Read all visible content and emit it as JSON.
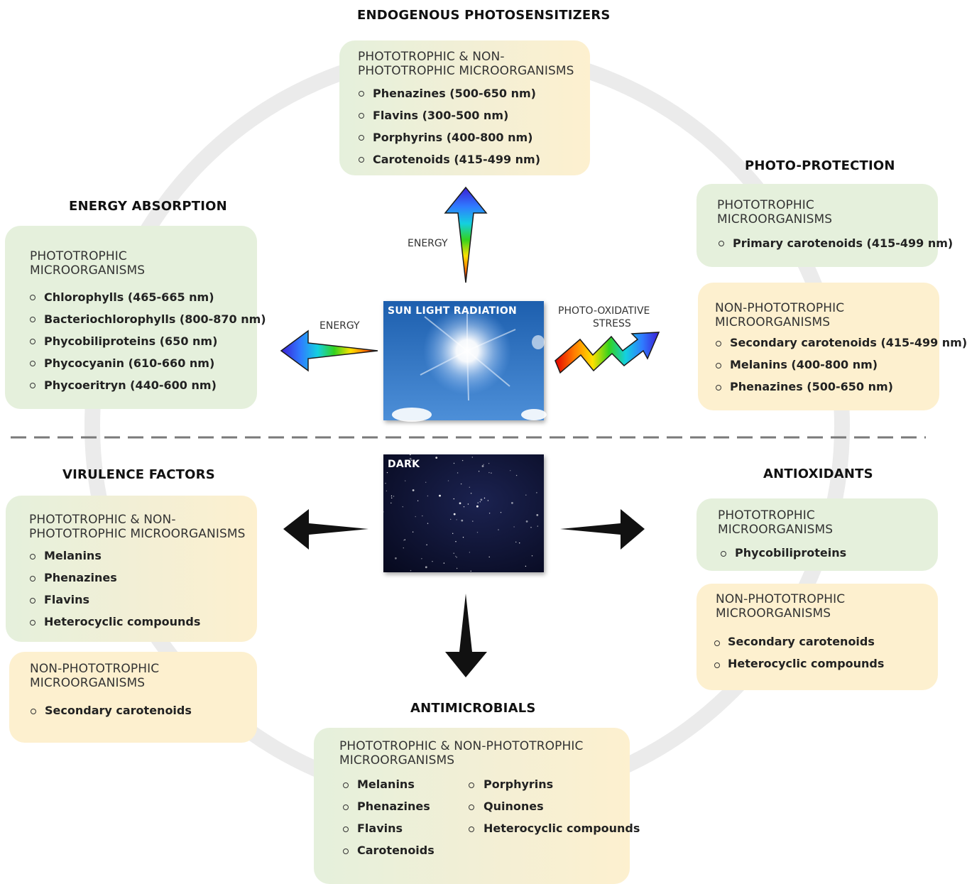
{
  "titles": {
    "endogenous": "ENDOGENOUS PHOTOSENSITIZERS",
    "photo_protection": "PHOTO-PROTECTION",
    "energy_absorption": "ENERGY ABSORPTION",
    "virulence": "VIRULENCE FACTORS",
    "antioxidants": "ANTIOXIDANTS",
    "antimicrobials": "ANTIMICROBIALS"
  },
  "labels": {
    "energy_up": "ENERGY",
    "energy_left": "ENERGY",
    "photo_oxidative_1": "PHOTO-OXIDATIVE",
    "photo_oxidative_2": "STRESS"
  },
  "images": {
    "sun": "SUN LIGHT RADIATION",
    "dark": "DARK"
  },
  "boxes": {
    "endogenous": {
      "heading1": "PHOTOTROPHIC & NON-",
      "heading2": "PHOTOTROPHIC MICROORGANISMS",
      "items": [
        "Phenazines (500-650 nm)",
        "Flavins (300-500 nm)",
        "Porphyrins (400-800 nm)",
        "Carotenoids (415-499 nm)"
      ]
    },
    "energy_absorption": {
      "heading1": "PHOTOTROPHIC",
      "heading2": "MICROORGANISMS",
      "items": [
        "Chlorophylls (465-665 nm)",
        "Bacteriochlorophylls (800-870 nm)",
        "Phycobiliproteins (650 nm)",
        "Phycocyanin (610-660 nm)",
        "Phycoeritryn (440-600 nm)"
      ]
    },
    "photo_protection_1": {
      "heading1": "PHOTOTROPHIC",
      "heading2": "MICROORGANISMS",
      "items": [
        "Primary carotenoids (415-499 nm)"
      ]
    },
    "photo_protection_2": {
      "heading1": "NON-PHOTOTROPHIC",
      "heading2": "MICROORGANISMS",
      "items": [
        "Secondary carotenoids (415-499 nm)",
        "Melanins (400-800 nm)",
        "Phenazines (500-650 nm)"
      ]
    },
    "virulence_1": {
      "heading1": "PHOTOTROPHIC & NON-",
      "heading2": "PHOTOTROPHIC MICROORGANISMS",
      "items": [
        "Melanins",
        "Phenazines",
        "Flavins",
        "Heterocyclic compounds"
      ]
    },
    "virulence_2": {
      "heading1": "NON-PHOTOTROPHIC",
      "heading2": "MICROORGANISMS",
      "items": [
        "Secondary carotenoids"
      ]
    },
    "antioxidants_1": {
      "heading1": "PHOTOTROPHIC",
      "heading2": "MICROORGANISMS",
      "items": [
        "Phycobiliproteins"
      ]
    },
    "antioxidants_2": {
      "heading1": "NON-PHOTOTROPHIC",
      "heading2": "MICROORGANISMS",
      "items": [
        "Secondary carotenoids",
        "Heterocyclic compounds"
      ]
    },
    "antimicrobials": {
      "heading1": "PHOTOTROPHIC & NON-PHOTOTROPHIC",
      "heading2": "MICROORGANISMS",
      "items_left": [
        "Melanins",
        "Phenazines",
        "Flavins",
        "Carotenoids"
      ],
      "items_right": [
        "Porphyrins",
        "Quinones",
        "Heterocyclic compounds"
      ]
    }
  },
  "colors": {
    "green_box": "#e5f0dc",
    "yellow_box": "#fdf0cf",
    "ring": "#ebebeb",
    "divider": "#777777",
    "sky": "#2f6fc0",
    "night": "#0b0f2a"
  }
}
